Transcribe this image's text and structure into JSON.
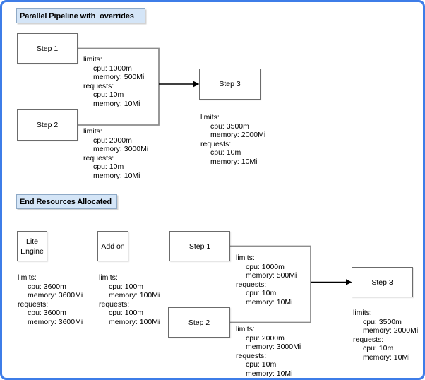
{
  "titles": {
    "top": "Parallel Pipeline with  overrides",
    "bottom": "End Resources Allocated"
  },
  "nodes": {
    "top_step1": "Step 1",
    "top_step2": "Step 2",
    "top_step3": "Step 3",
    "lite_engine": "Lite\nEngine",
    "add_on": "Add on",
    "bottom_step1": "Step 1",
    "bottom_step2": "Step 2",
    "bottom_step3": "Step 3"
  },
  "resources": {
    "top_step1": [
      "limits:",
      "cpu: 1000m",
      "memory: 500Mi",
      "requests:",
      "cpu: 10m",
      "memory: 10Mi"
    ],
    "top_step2": [
      "limits:",
      "cpu: 2000m",
      "memory: 3000Mi",
      "requests:",
      "cpu: 10m",
      "memory: 10Mi"
    ],
    "top_step3": [
      "limits:",
      "cpu: 3500m",
      "memory: 2000Mi",
      "requests:",
      "cpu: 10m",
      "memory: 10Mi"
    ],
    "lite_engine": [
      "limits:",
      "cpu: 3600m",
      "memory: 3600Mi",
      "requests:",
      "cpu: 3600m",
      "memory: 3600Mi"
    ],
    "add_on": [
      "limits:",
      "cpu: 100m",
      "memory: 100Mi",
      "requests:",
      "cpu: 100m",
      "memory: 100Mi"
    ],
    "bottom_step1": [
      "limits:",
      "cpu: 1000m",
      "memory: 500Mi",
      "requests:",
      "cpu: 10m",
      "memory: 10Mi"
    ],
    "bottom_step2": [
      "limits:",
      "cpu: 2000m",
      "memory: 3000Mi",
      "requests:",
      "cpu: 10m",
      "memory: 10Mi"
    ],
    "bottom_step3": [
      "limits:",
      "cpu: 3500m",
      "memory: 2000Mi",
      "requests:",
      "cpu: 10m",
      "memory: 10Mi"
    ]
  },
  "colors": {
    "canvas_border": "#3e7de8",
    "header_fill": "#d4e5f7",
    "header_border": "#8ea9c6",
    "node_border": "#6b6b6b",
    "connector": "#8c8c8c",
    "arrow": "#000000"
  }
}
